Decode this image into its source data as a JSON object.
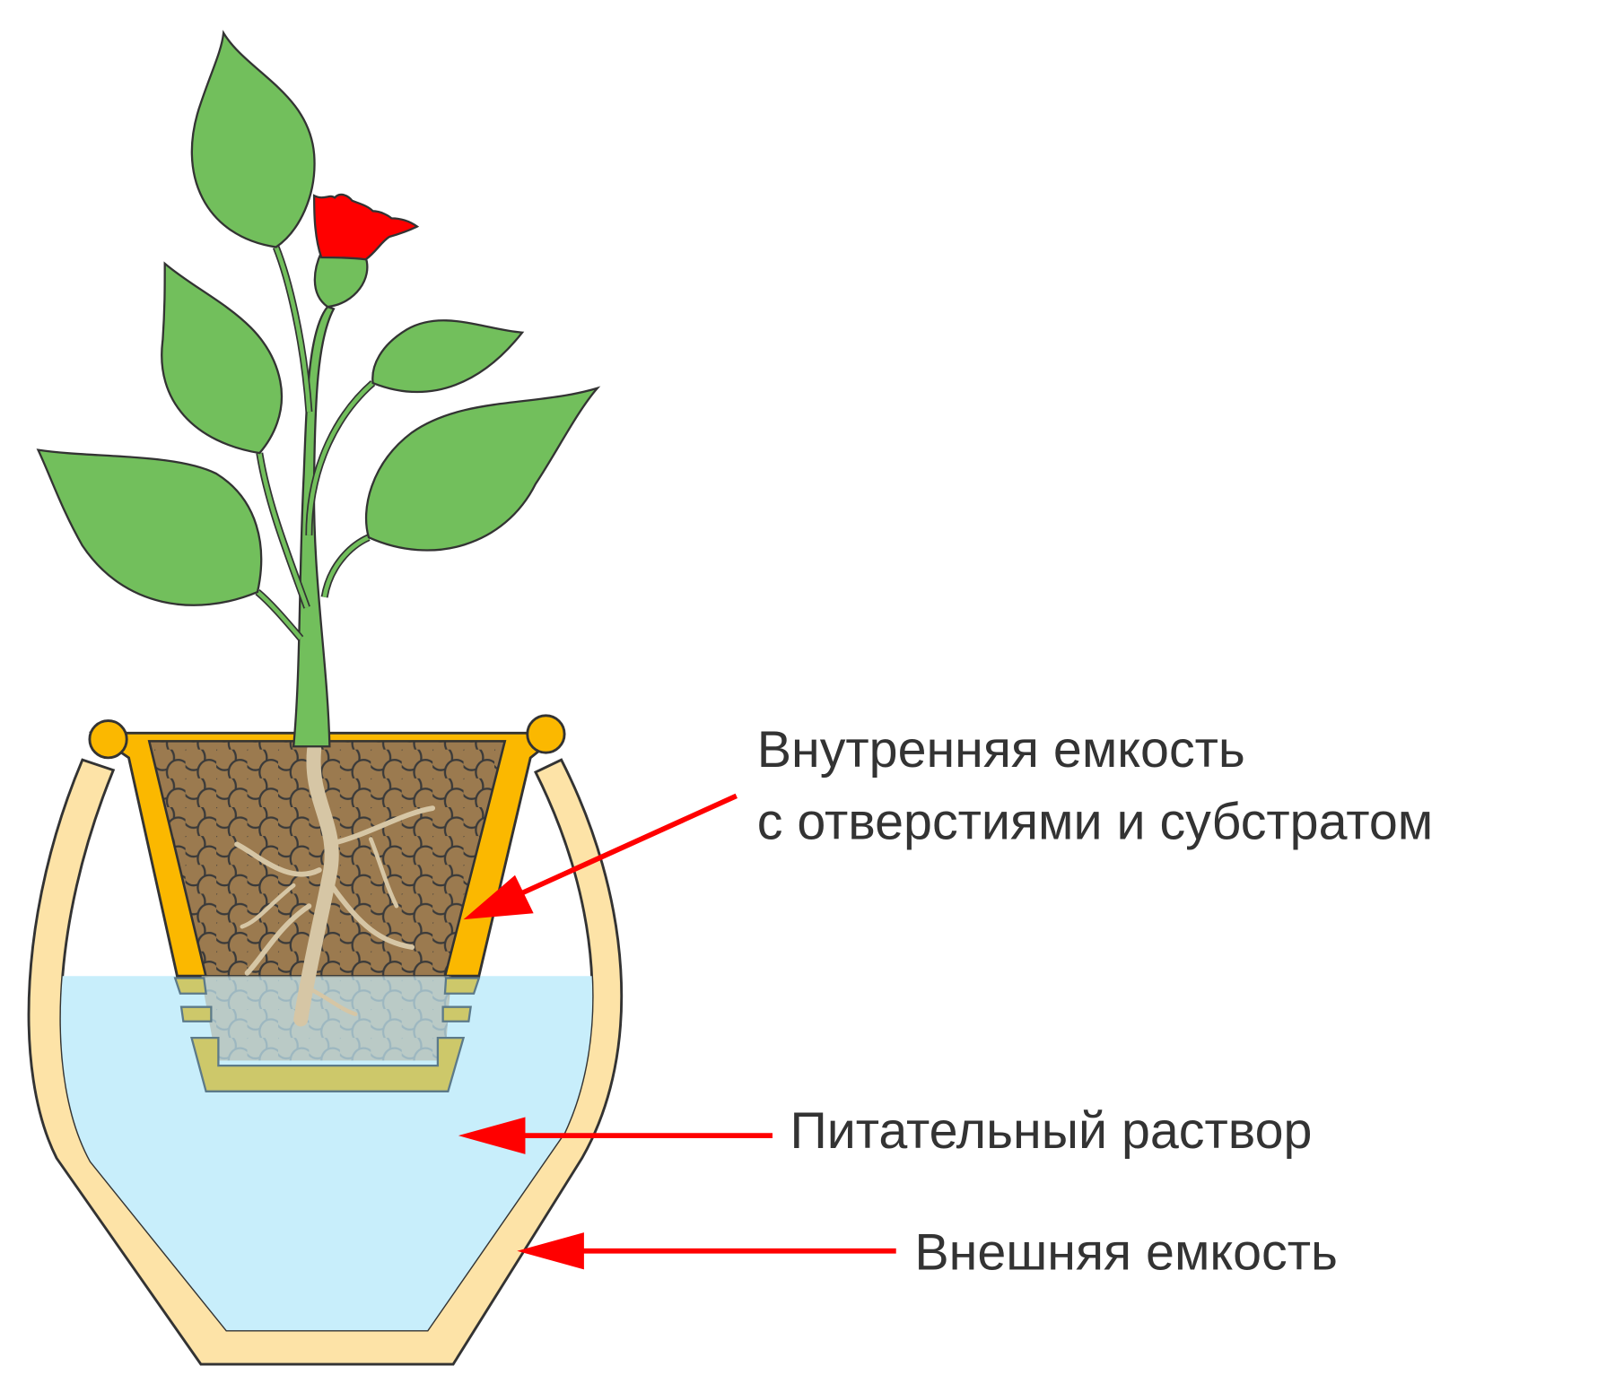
{
  "labels": {
    "inner_container_line1": "Внутренняя емкость",
    "inner_container_line2": "с отверстиями и субстратом",
    "nutrient_solution": "Питательный раствор",
    "outer_container": "Внешняя емкость"
  },
  "colors": {
    "leaf": "#72bf5c",
    "flower": "#ff0000",
    "outer_pot": "#fde3a7",
    "inner_pot": "#fbb800",
    "soil": "#9b7a4f",
    "water": "#c8eefb",
    "arrow": "#ff0000",
    "root": "#d6c6a5",
    "submerged_pot": "#cdc86a"
  }
}
